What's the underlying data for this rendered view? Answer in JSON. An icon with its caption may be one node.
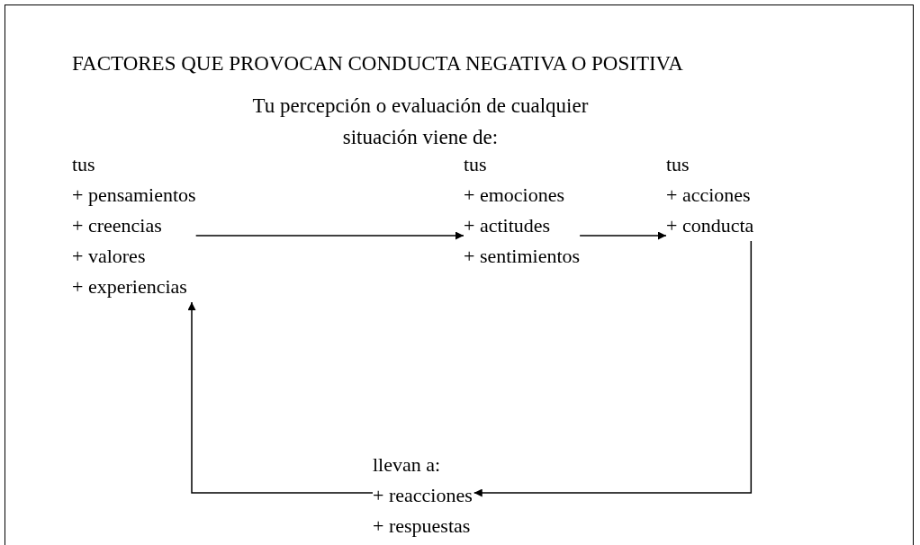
{
  "diagram": {
    "title": "FACTORES QUE PROVOCAN CONDUCTA NEGATIVA O POSITIVA",
    "nodes": [
      {
        "text": [
          "tus",
          "+ pensamientos",
          "+ creencias",
          "+ valores",
          "+ experiencias"
        ]
      },
      {
        "text": [
          "tus",
          "+ emociones",
          "+ actitudes",
          "+ sentimientos"
        ]
      },
      {
        "text": [
          "tus",
          "+ acciones",
          "+ conducta"
        ]
      },
      {
        "text": [
          "llevan a:",
          "+ reacciones",
          "+ respuestas"
        ]
      }
    ],
    "edges": [
      {
        "from": 0,
        "to": 1,
        "arrow": "to"
      },
      {
        "from": 1,
        "to": 2,
        "arrow": "to"
      },
      {
        "from": 2,
        "to": 3,
        "arrow": "to"
      },
      {
        "from": 3,
        "to": 0,
        "arrow": "to"
      }
    ],
    "labels": [
      "Tu percepción o evaluación de cualquier situación viene de:"
    ]
  }
}
